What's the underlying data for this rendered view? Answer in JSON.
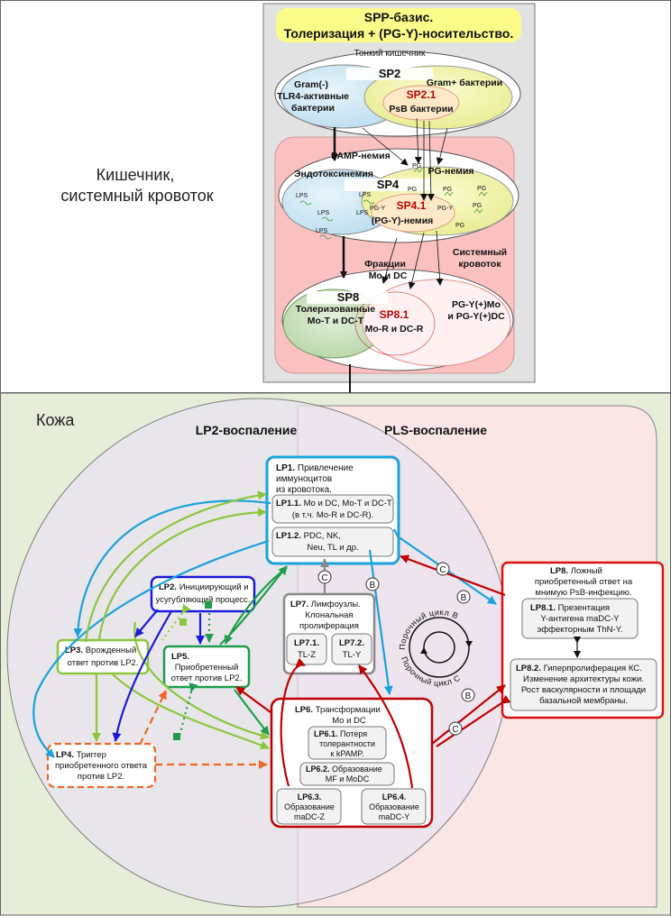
{
  "gut": {
    "side_label": [
      "Кишечник,",
      "системный кровоток"
    ],
    "header": [
      "SPP-базис.",
      "Толеризация + (PG-Y)-носительство."
    ],
    "small_intestine": "Тонкий кишечник",
    "sp2": "SP2",
    "gram_neg": [
      "Gram(-)",
      "TLR4-активные",
      "бактерии"
    ],
    "gram_pos": "Gram+ бактерии",
    "sp21": "SP2.1",
    "psb": "PsB бактерии",
    "pamp": "PAMP-немия",
    "endotox": "Эндотоксинемия",
    "pgnemia": "PG-немия",
    "sp4": "SP4",
    "sp41": "SP4.1",
    "pgy_nemia": "(PG-Y)-немия",
    "systemic": [
      "Системный",
      "кровоток"
    ],
    "fractions": [
      "Фракции",
      "Mo и DC"
    ],
    "sp8": "SP8",
    "tolerized": [
      "Толеризованные",
      "Mo-T и DC-T"
    ],
    "sp81": "SP8.1",
    "mor": "Mo-R и DC-R",
    "pgy_mo": [
      "PG-Y(+)Mo",
      "и PG-Y(+)DC"
    ],
    "lps": "LPS",
    "pg": "PG",
    "pgy": "PG-Y"
  },
  "skin": {
    "title": "Кожа",
    "lp2_inflam": "LP2-воспаление",
    "pls_inflam": "PLS-воспаление",
    "lp1": {
      "id": "LP1.",
      "text": [
        "Привлечение",
        "иммуноцитов",
        "из кровотока."
      ]
    },
    "lp11": {
      "id": "LP1.1.",
      "text": [
        "Mo и DC, Mo-T и DC-T",
        "(в т.ч. Mo-R и DC-R)."
      ]
    },
    "lp12": {
      "id": "LP1.2.",
      "text": [
        "PDC, NK,",
        "Neu, TL и др."
      ]
    },
    "lp2": {
      "id": "LP2.",
      "text": [
        "Инициирующий и",
        "усугубляющий процесс."
      ]
    },
    "lp3": {
      "id": "LP3.",
      "text": [
        "Врожденный",
        "ответ против LP2."
      ]
    },
    "lp4": {
      "id": "LP4.",
      "text": [
        "Триггер",
        "приобретенного ответа",
        "против LP2."
      ]
    },
    "lp5": {
      "id": "LP5.",
      "text": [
        "Приобретенный",
        "ответ против LP2."
      ]
    },
    "lp6": {
      "id": "LP6.",
      "text": [
        "Трансформации",
        "Mo и DC"
      ]
    },
    "lp61": {
      "id": "LP6.1.",
      "text": [
        "Потеря",
        "толерантности",
        "к kPAMP."
      ]
    },
    "lp62": {
      "id": "LP6.2.",
      "text": [
        "Образование",
        "MF и MoDC"
      ]
    },
    "lp63": {
      "id": "LP6.3.",
      "text": [
        "Образование",
        "maDC-Z"
      ]
    },
    "lp64": {
      "id": "LP6.4.",
      "text": [
        "Образование",
        "maDC-Y"
      ]
    },
    "lp7": {
      "id": "LP7.",
      "text": [
        "Лимфоузлы.",
        "Клональная",
        "пролиферация"
      ]
    },
    "lp71": {
      "id": "LP7.1.",
      "text": [
        "TL-Z"
      ]
    },
    "lp72": {
      "id": "LP7.2.",
      "text": [
        "TL-Y"
      ]
    },
    "lp8": {
      "id": "LP8.",
      "text": [
        "Ложный",
        "приобретенный ответ на",
        "мнимую PsB-инфекцию."
      ]
    },
    "lp81": {
      "id": "LP8.1.",
      "text": [
        "Презентация",
        "Y-антигена maDC-Y",
        "эффекторным ThN-Y."
      ]
    },
    "lp82": {
      "id": "LP8.2.",
      "text": [
        "Гиперпролиферация КС.",
        "Изменение архитектуры кожи.",
        "Рост васкулярности и площади",
        "базальной мембраны."
      ]
    },
    "cycle_b": "Порочный цикл B",
    "cycle_c": "Порочный цикл C",
    "mark_b": "B",
    "mark_c": "C"
  }
}
